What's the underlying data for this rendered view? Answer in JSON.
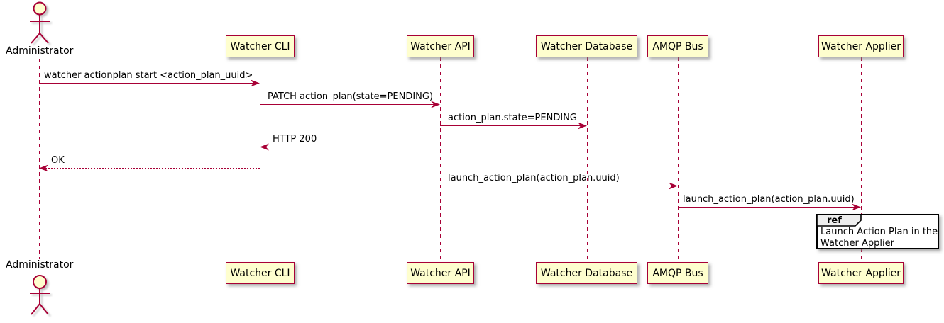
{
  "diagram": {
    "kind": "uml-sequence-diagram",
    "colors": {
      "accent": "#A80036",
      "participant_fill": "#FEFECE",
      "ref_header_fill": "#EEEEEE",
      "ref_border": "#000000",
      "text": "#000000"
    },
    "actor": {
      "name": "Administrator"
    },
    "participants": [
      {
        "label": "Watcher CLI"
      },
      {
        "label": "Watcher API"
      },
      {
        "label": "Watcher Database"
      },
      {
        "label": "AMQP Bus"
      },
      {
        "label": "Watcher Applier"
      }
    ],
    "messages": [
      {
        "from": "Administrator",
        "to": "Watcher CLI",
        "label": "watcher actionplan start <action_plan_uuid>",
        "line": "solid",
        "direction": "right"
      },
      {
        "from": "Watcher CLI",
        "to": "Watcher API",
        "label": "PATCH action_plan(state=PENDING)",
        "line": "solid",
        "direction": "right"
      },
      {
        "from": "Watcher API",
        "to": "Watcher Database",
        "label": "action_plan.state=PENDING",
        "line": "solid",
        "direction": "right"
      },
      {
        "from": "Watcher API",
        "to": "Watcher CLI",
        "label": "HTTP 200",
        "line": "dashed",
        "direction": "left"
      },
      {
        "from": "Watcher CLI",
        "to": "Administrator",
        "label": "OK",
        "line": "dashed",
        "direction": "left"
      },
      {
        "from": "Watcher API",
        "to": "AMQP Bus",
        "label": "launch_action_plan(action_plan.uuid)",
        "line": "solid",
        "direction": "right"
      },
      {
        "from": "AMQP Bus",
        "to": "Watcher Applier",
        "label": "launch_action_plan(action_plan.uuid)",
        "line": "solid",
        "direction": "right"
      }
    ],
    "ref": {
      "keyword": "ref",
      "lines": [
        "Launch Action Plan in the",
        "Watcher Applier"
      ]
    }
  }
}
